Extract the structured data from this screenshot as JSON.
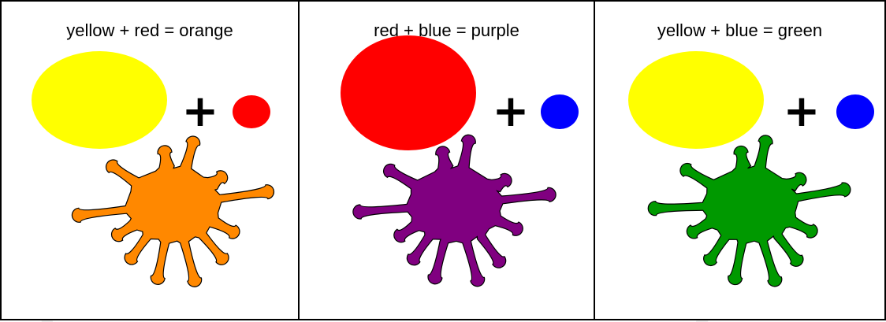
{
  "panels": [
    {
      "caption": "yellow + red = orange",
      "color_a": "#ffff00",
      "color_b": "#ff0000",
      "result": "#ff8800"
    },
    {
      "caption": "red + blue = purple",
      "color_a": "#ff0000",
      "color_b": "#0000ff",
      "result": "#800080"
    },
    {
      "caption": "yellow + blue = green",
      "color_a": "#ffff00",
      "color_b": "#0000ff",
      "result": "#009900"
    }
  ],
  "plus_symbol": "+"
}
